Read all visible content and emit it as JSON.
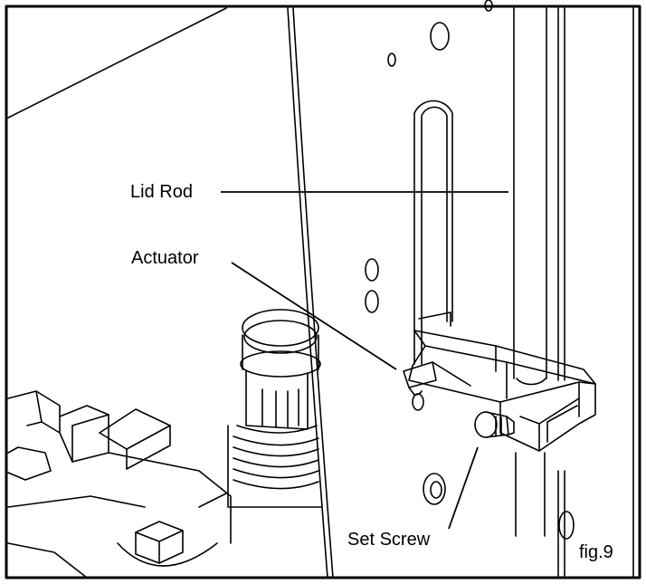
{
  "figure": {
    "labels": {
      "lid_rod": "Lid Rod",
      "actuator": "Actuator",
      "set_screw": "Set Screw",
      "fig_number": "fig.9"
    }
  },
  "colors": {
    "line": "#000000",
    "background": "#ffffff"
  }
}
